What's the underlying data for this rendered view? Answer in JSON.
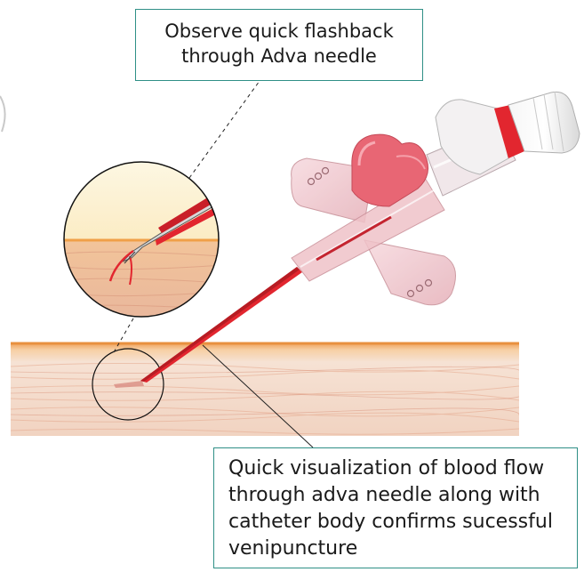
{
  "callouts": {
    "top": {
      "lines": [
        "Observe quick flashback",
        "through Adva needle"
      ]
    },
    "bottom": {
      "lines": [
        "Quick visualization of blood flow",
        "through adva needle along with",
        "catheter body confirms sucessful",
        "venipuncture"
      ]
    }
  },
  "colors": {
    "callout_border": "#2f8f86",
    "blood_red": "#e2262f",
    "cap_pink": "#e86674",
    "skin_top": "#f4a261",
    "tissue": "#f3d9c9"
  }
}
